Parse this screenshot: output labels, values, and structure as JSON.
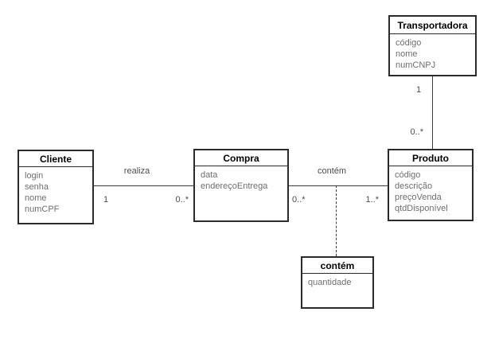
{
  "diagram": {
    "type": "uml-class-diagram",
    "background_color": "#ffffff",
    "colors": {
      "box_border": "#2b2b2b",
      "title_text": "#000000",
      "attribute_text": "#6e6e6e",
      "line": "#3c3c3c",
      "label_text": "#4d4d4d"
    },
    "classes": [
      {
        "title": "Transportadora",
        "attributes": [
          "código",
          "nome",
          "numCNPJ"
        ]
      },
      {
        "title": "Cliente",
        "attributes": [
          "login",
          "senha",
          "nome",
          "numCPF"
        ]
      },
      {
        "title": "Compra",
        "attributes": [
          "data",
          "endereçoEntrega"
        ]
      },
      {
        "title": "Produto",
        "attributes": [
          "código",
          "descrição",
          "preçoVenda",
          "qtdDisponível"
        ]
      },
      {
        "title": "contém",
        "attributes": [
          "quantidade"
        ]
      }
    ],
    "associations": [
      {
        "label": "realiza",
        "from": "Cliente",
        "to": "Compra",
        "mult_from": "1",
        "mult_to": "0..*"
      },
      {
        "label": "contém",
        "from": "Compra",
        "to": "Produto",
        "mult_from": "0..*",
        "mult_to": "1..*",
        "association_class": "contém"
      },
      {
        "label": "",
        "from": "Transportadora",
        "to": "Produto",
        "mult_from": "1",
        "mult_to": "0..*"
      }
    ]
  }
}
